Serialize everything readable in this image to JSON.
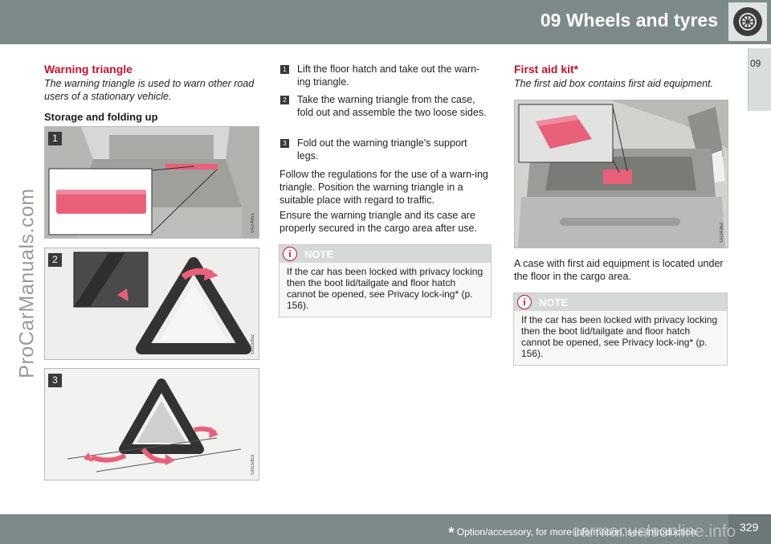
{
  "header": {
    "title": "09 Wheels and tyres",
    "icon": "wheel-tyre-icon"
  },
  "side_tab": {
    "label": "09"
  },
  "watermark": "ProCarManuals.com",
  "left": {
    "heading": "Warning triangle",
    "lead": "The warning triangle is used to warn other road users of a stationary vehicle.",
    "subheading": "Storage and folding up",
    "figures": [
      {
        "step": "1",
        "code": "G024951"
      },
      {
        "step": "2",
        "code": "G015352"
      },
      {
        "step": "3",
        "code": "G015353"
      }
    ]
  },
  "middle": {
    "steps": [
      {
        "num": "1",
        "text": "Lift the floor hatch and take out the warn-ing triangle."
      },
      {
        "num": "2",
        "text": "Take the warning triangle from the case, fold out and assemble the two loose sides."
      },
      {
        "num": "3",
        "text": "Fold out the warning triangle's support legs."
      }
    ],
    "para1": "Follow the regulations for the use of a warn-ing triangle. Position the warning triangle in a suitable place with regard to traffic.",
    "para2": "Ensure the warning triangle and its case are properly secured in the cargo area after use.",
    "note": {
      "title": "NOTE",
      "body": "If the car has been locked with privacy locking then the boot lid/tailgate and floor hatch cannot be opened, see Privacy lock-ing* (p. 156)."
    }
  },
  "right": {
    "heading": "First aid kit*",
    "lead": "The first aid box contains first aid equipment.",
    "figure_code": "G034362",
    "para": "A case with first aid equipment is located under the floor in the cargo area.",
    "note": {
      "title": "NOTE",
      "body": "If the car has been locked with privacy locking then the boot lid/tailgate and floor hatch cannot be opened, see Privacy lock-ing* (p. 156)."
    }
  },
  "footer": {
    "asterisk": "*",
    "text": "Option/accessory, for more information, see Introduction.",
    "page": "329",
    "watermark": "carmanualsonline.info"
  },
  "colors": {
    "accent": "#c8102e",
    "band": "#7d8a89",
    "highlight": "#e8607a"
  }
}
